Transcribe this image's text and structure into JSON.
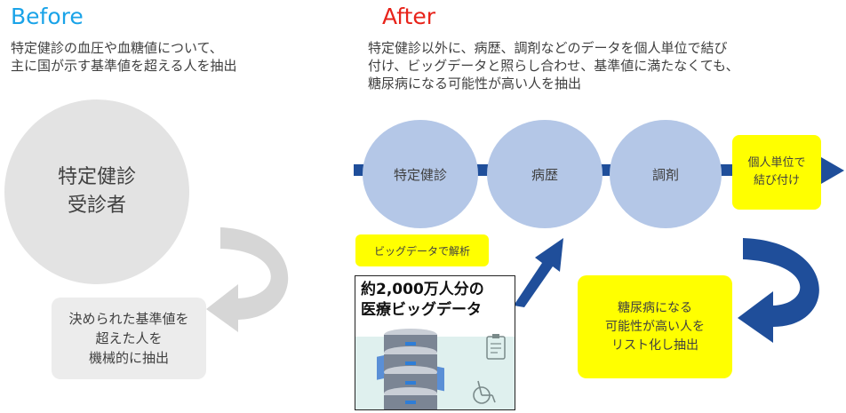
{
  "before": {
    "heading": "Before",
    "description": "特定健診の血圧や血糖値について、\n主に国が示す基準値を超える人を抽出",
    "circle_label": "特定健診\n受診者",
    "result_label": "決められた基準値を\n超えた人を\n機械的に抽出"
  },
  "after": {
    "heading": "After",
    "description": "特定健診以外に、病歴、調剤などのデータを個人単位で結び\n付け、ビッグデータと照らし合わせ、基準値に満たなくても、\n糖尿病になる可能性が高い人を抽出",
    "flow_circles": [
      "特定健診",
      "病歴",
      "調剤"
    ],
    "link_box": "個人単位で\n結び付け",
    "analysis_tag": "ビッグデータで解析",
    "bigdata_title": "約2,000万人分の\n医療ビッグデータ",
    "result_box": "糖尿病になる\n可能性が高い人を\nリスト化し抽出"
  },
  "colors": {
    "before_heading": "#1aa3e8",
    "after_heading": "#e8231a",
    "before_circle": "#e3e3e3",
    "after_circle": "#b4c7e7",
    "flow_line": "#1f4e9a",
    "highlight": "#ffff00",
    "gray_arrow": "#d6d6d6"
  },
  "icons": {
    "server": "server-stack-icon",
    "clipboard": "clipboard-icon",
    "wheelchair": "wheelchair-icon"
  }
}
